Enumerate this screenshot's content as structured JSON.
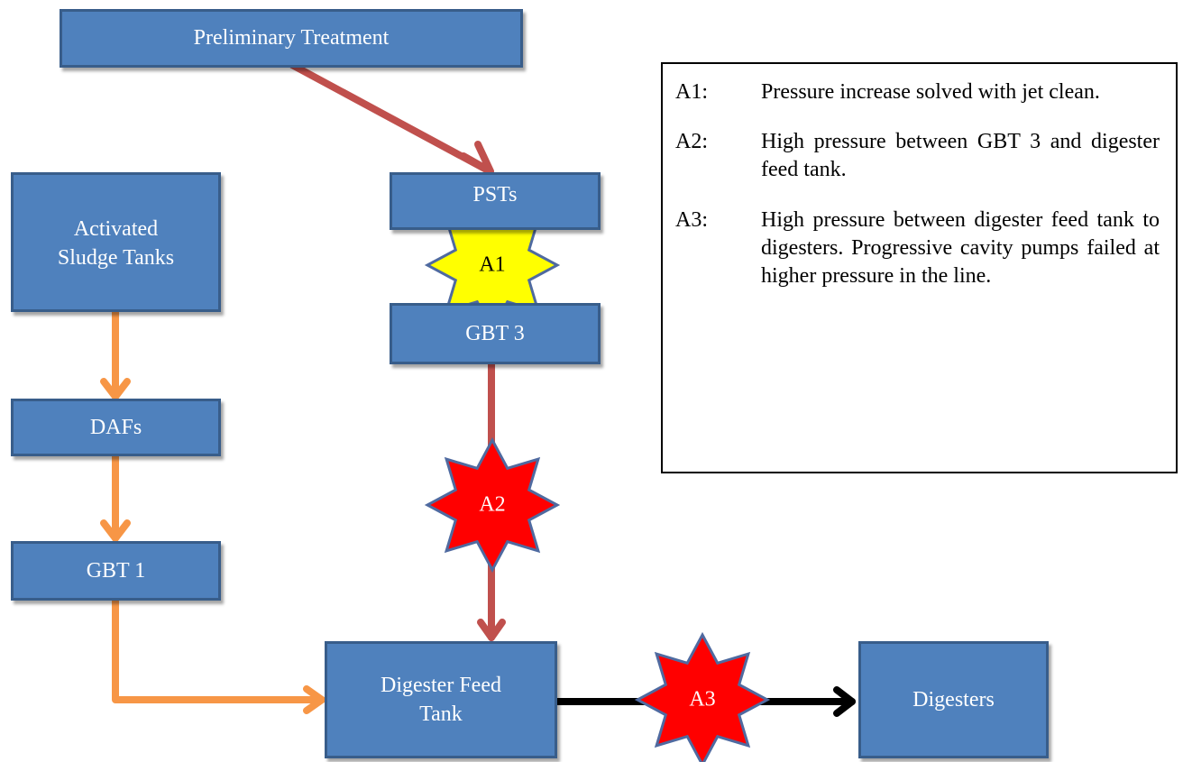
{
  "boxes": {
    "preliminary": "Preliminary Treatment",
    "activated_line1": "Activated",
    "activated_line2": "Sludge Tanks",
    "psts": "PSTs",
    "dafs": "DAFs",
    "gbt3": "GBT 3",
    "gbt1": "GBT 1",
    "feed_line1": "Digester Feed",
    "feed_line2": "Tank",
    "digesters": "Digesters"
  },
  "alerts": {
    "a1": "A1",
    "a2": "A2",
    "a3": "A3"
  },
  "legend": [
    {
      "key": "A1:",
      "text": "Pressure increase solved with jet clean."
    },
    {
      "key": "A2:",
      "text": "High pressure between GBT 3 and digester feed tank."
    },
    {
      "key": "A3:",
      "text": "High pressure between digester feed tank to digesters. Progressive cavity pumps failed at higher pressure in the line."
    }
  ],
  "colors": {
    "box_fill": "#4f81bd",
    "box_border": "#385d8a",
    "primary_flow": "#c0504d",
    "secondary_flow": "#f79646",
    "output_flow": "#000000",
    "a1_star": "#ffff00",
    "a2_a3_star": "#ff0000",
    "star_border": "#4f6aa0"
  }
}
